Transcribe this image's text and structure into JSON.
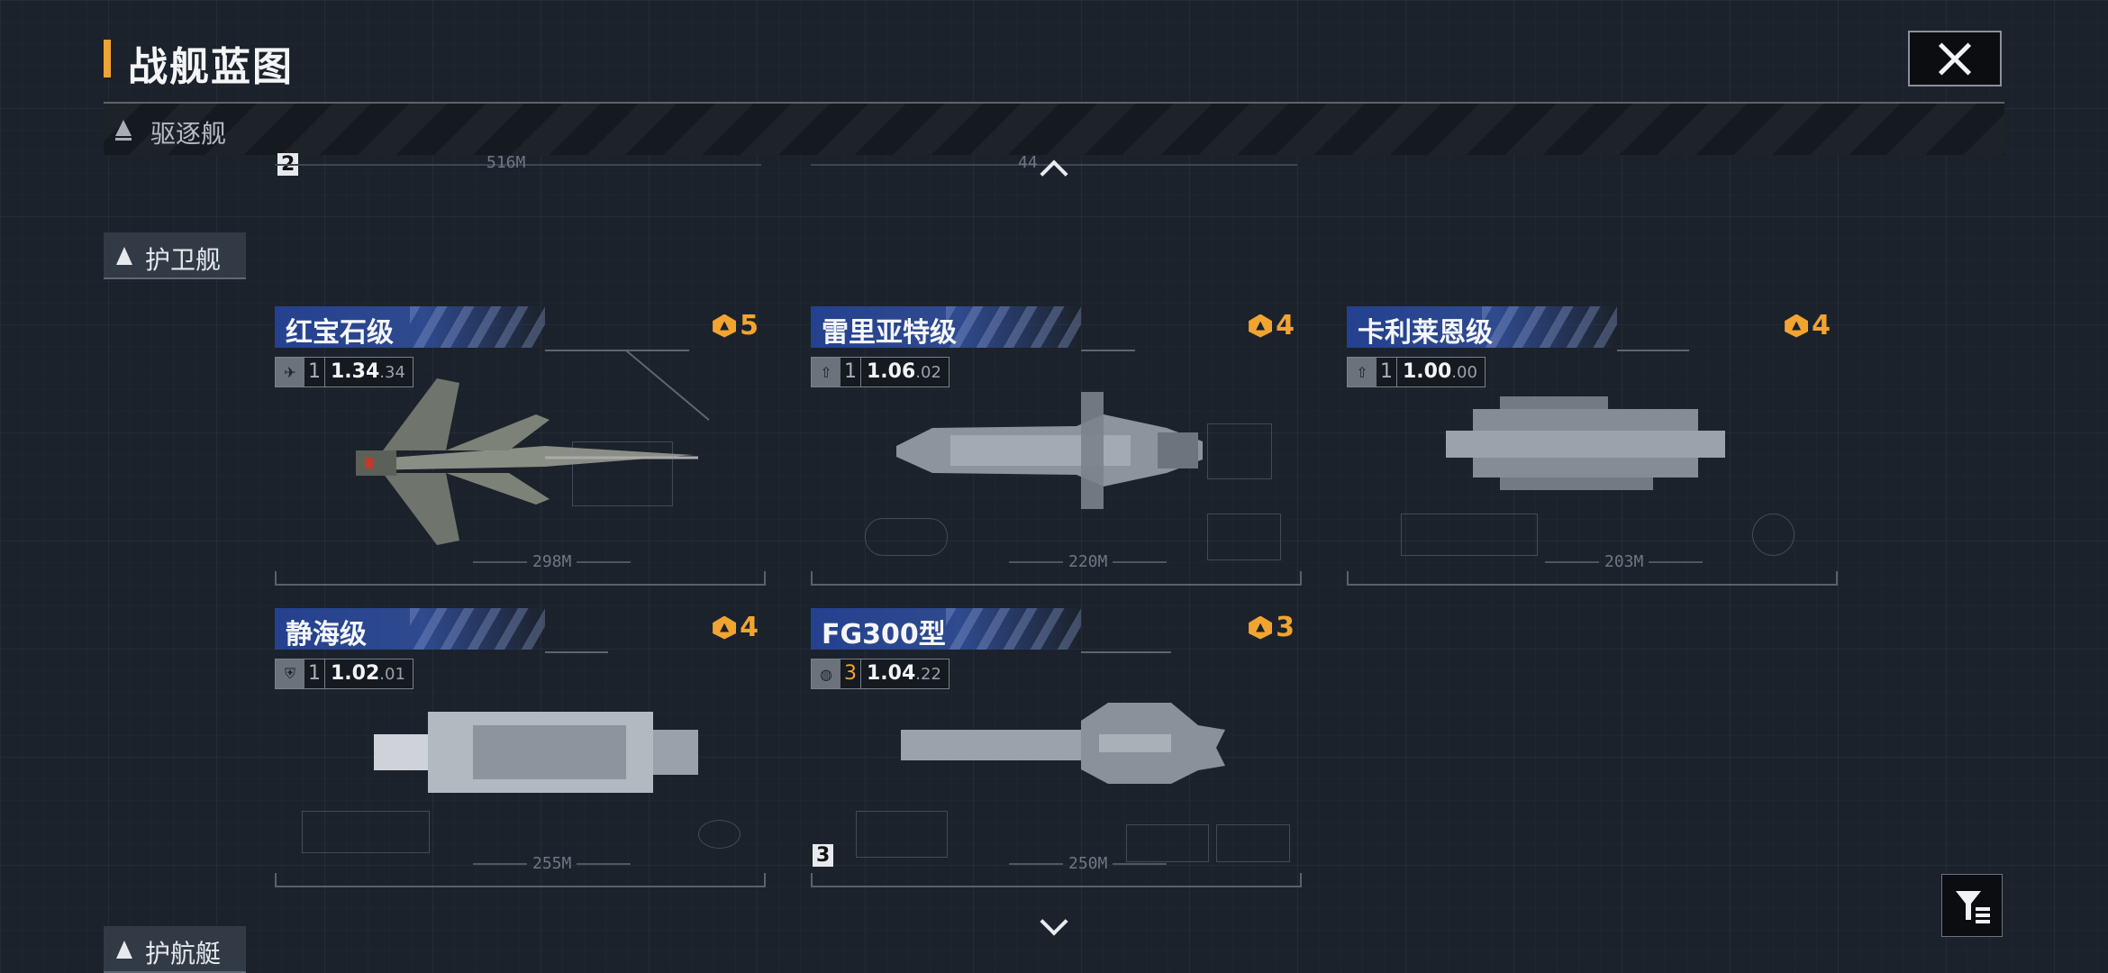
{
  "header": {
    "title": "战舰蓝图",
    "close_icon": "close-icon"
  },
  "categories": {
    "destroyer": {
      "label": "驱逐舰"
    },
    "frigate": {
      "label": "护卫舰"
    },
    "corvette": {
      "label": "护航艇"
    }
  },
  "top_row": {
    "page": "2",
    "length_a": "516M",
    "length_b": "44"
  },
  "cards": [
    {
      "name": "红宝石级",
      "tier": "5",
      "count": "1",
      "speed": "1.34",
      "speed_sub": ".34",
      "length": "298M",
      "icon": "fighter-icon"
    },
    {
      "name": "雷里亚特级",
      "tier": "4",
      "count": "1",
      "speed": "1.06",
      "speed_sub": ".02",
      "length": "220M",
      "icon": "missile-icon"
    },
    {
      "name": "卡利莱恩级",
      "tier": "4",
      "count": "1",
      "speed": "1.00",
      "speed_sub": ".00",
      "length": "203M",
      "icon": "missile-icon"
    },
    {
      "name": "静海级",
      "tier": "4",
      "count": "1",
      "speed": "1.02",
      "speed_sub": ".01",
      "length": "255M",
      "icon": "shield-icon"
    },
    {
      "name": "FG300型",
      "tier": "3",
      "count": "3",
      "speed": "1.04",
      "speed_sub": ".22",
      "length": "250M",
      "icon": "globe-icon",
      "page": "3"
    }
  ],
  "colors": {
    "accent": "#f2a431",
    "header_blue": "#24418f",
    "bg": "#1c222b"
  },
  "icons": {
    "scroll_up": "chevron-up-icon",
    "scroll_down": "chevron-down-icon",
    "filter": "filter-icon"
  }
}
